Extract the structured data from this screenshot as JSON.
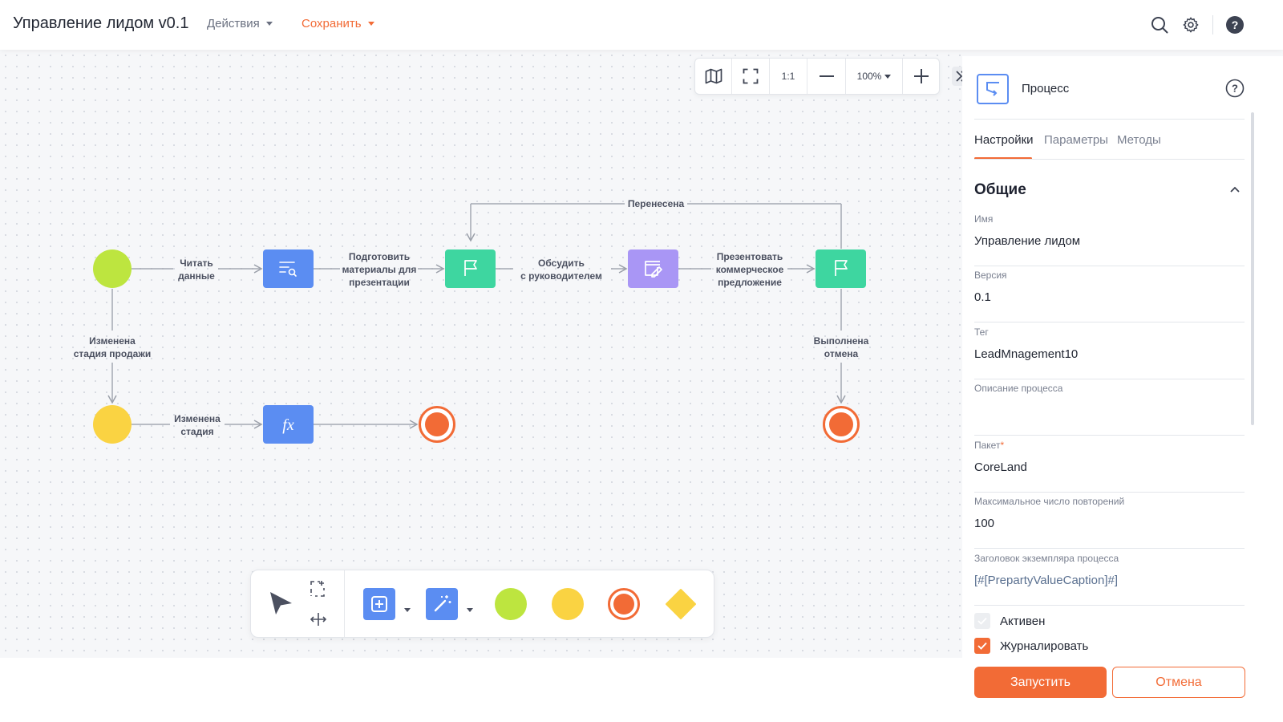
{
  "header": {
    "title": "Управление лидом v0.1",
    "actions_label": "Действия",
    "save_label": "Сохранить",
    "icons": [
      "search-icon",
      "gear-icon",
      "help-icon"
    ]
  },
  "zoom_bar": {
    "one_to_one": "1:1",
    "zoom": "100%"
  },
  "diagram": {
    "labels": {
      "read_data": [
        "Читать",
        "данные"
      ],
      "prepare": [
        "Подготовить",
        "материалы для",
        "презентации"
      ],
      "discuss": [
        "Обсудить",
        "с руководителем"
      ],
      "present": [
        "Презентовать",
        "коммерческое",
        "предложение"
      ],
      "moved": "Перенесена",
      "stage_sale": [
        "Изменена",
        "стадия продажи"
      ],
      "stage": [
        "Изменена",
        "стадия"
      ],
      "done_cancel": [
        "Выполнена",
        "отмена"
      ]
    },
    "colors": {
      "start_green": "#bde53f",
      "start_yellow": "#fad342",
      "task_blue": "#5b8df2",
      "task_teal": "#3ed6a0",
      "task_purple": "#a996f5",
      "end_orange": "#f26b36"
    }
  },
  "palette": {
    "tools": [
      "pointer-icon",
      "lasso-select-icon",
      "move-horizontal-icon",
      "add-task-icon",
      "magic-wand-icon",
      "start-event-green",
      "start-event-yellow",
      "end-event",
      "gateway-diamond"
    ]
  },
  "panel": {
    "title": "Процесс",
    "tabs": [
      "Настройки",
      "Параметры",
      "Методы"
    ],
    "section": "Общие",
    "fields": {
      "name_label": "Имя",
      "name_value": "Управление лидом",
      "version_label": "Версия",
      "version_value": "0.1",
      "tag_label": "Тег",
      "tag_value": "LeadMnagement10",
      "description_label": "Описание процесса",
      "description_value": "",
      "package_label": "Пакет",
      "package_value": "CoreLand",
      "retries_label": "Максимальное число повторений",
      "retries_value": "100",
      "caption_label": "Заголовок экземпляра процесса",
      "caption_value": "[#[PrepartyValueCaption]#]"
    },
    "checks": {
      "active_label": "Активен",
      "active": false,
      "journal_label": "Журналировать",
      "journal": true
    },
    "run_label": "Запустить",
    "cancel_label": "Отмена"
  }
}
